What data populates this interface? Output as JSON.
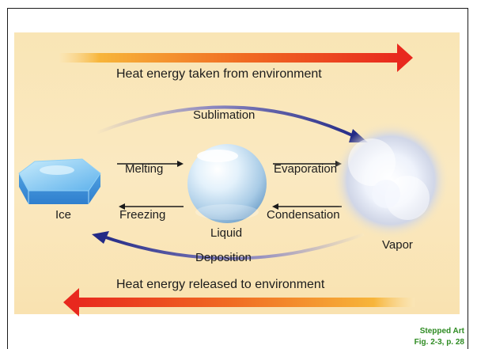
{
  "labels": {
    "heat_taken": "Heat energy taken from environment",
    "heat_released": "Heat energy released to environment",
    "sublimation": "Sublimation",
    "deposition": "Deposition",
    "melting": "Melting",
    "freezing": "Freezing",
    "evaporation": "Evaporation",
    "condensation": "Condensation",
    "ice": "Ice",
    "liquid": "Liquid",
    "vapor": "Vapor"
  },
  "caption": {
    "stepped_art": "Stepped Art",
    "figure_ref": "Fig. 2-3, p. 28"
  },
  "colors": {
    "panel_background": "#fae8be",
    "heat_arrow_hot": "#e8281e",
    "heat_arrow_warm": "#f7a11e",
    "curved_arrow": "#2a2a8c",
    "caption_green": "#2e8b22"
  }
}
